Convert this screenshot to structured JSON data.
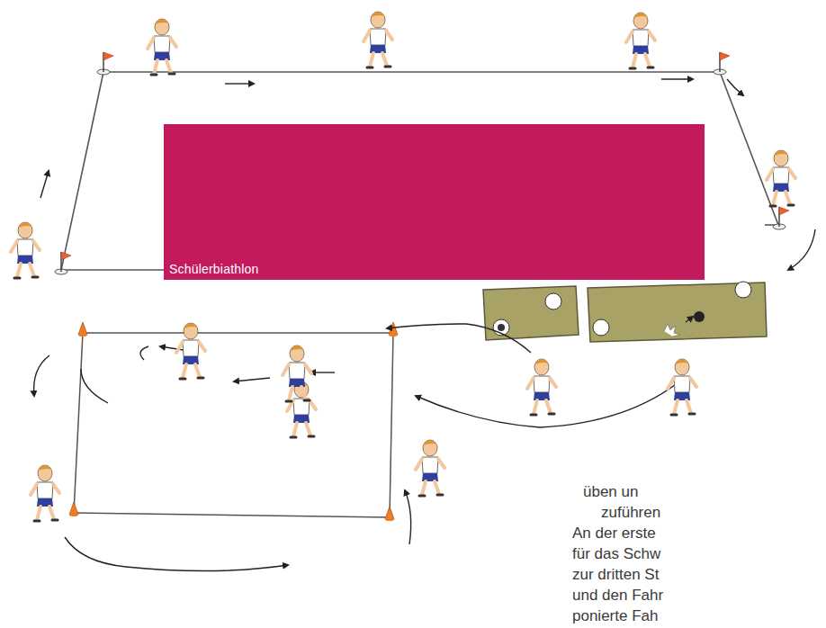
{
  "diagram": {
    "nodes": [
      {
        "text": [
          "Schülerbiathlon"
        ]
      }
    ],
    "labels": [
      "üben un",
      "zuführen",
      "An der erste",
      "für das Schw",
      "zur dritten St",
      "und den Fahr",
      "ponierte Fah"
    ]
  }
}
